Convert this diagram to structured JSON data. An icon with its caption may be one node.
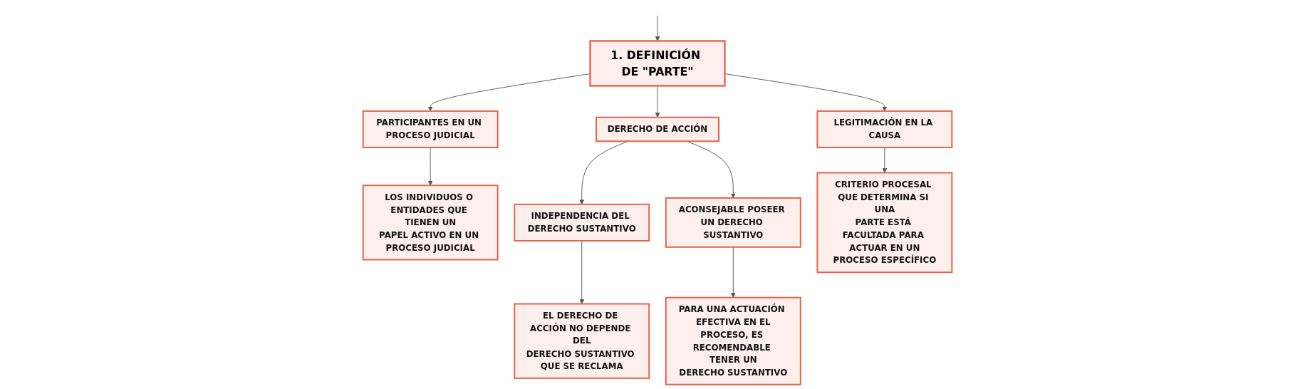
{
  "diagram": {
    "nodes": [
      {
        "text": [
          "1. DEFINICIÓN DE \"PARTE\""
        ]
      },
      {
        "text": [
          "PARTICIPANTES EN UN PROCESO JUDICIAL"
        ]
      },
      {
        "text": [
          "LOS INDIVIDUOS O ENTIDADES QUE TIENEN UN PAPEL ACTIVO EN UN PROCESO JUDICIAL"
        ]
      },
      {
        "text": [
          "DERECHO DE ACCIÓN"
        ]
      },
      {
        "text": [
          "INDEPENDENCIA DEL DERECHO SUSTANTIVO"
        ]
      },
      {
        "text": [
          "EL DERECHO DE ACCIÓN NO DEPENDE DEL DERECHO SUSTANTIVO QUE SE RECLAMA"
        ]
      },
      {
        "text": [
          "ACONSEJABLE POSEER UN DERECHO SUSTANTIVO"
        ]
      },
      {
        "text": [
          "PARA UNA ACTUACIÓN EFECTIVA EN EL PROCESO, ES RECOMENDABLE TENER UN DERECHO SUSTANTIVO"
        ]
      },
      {
        "text": [
          "LEGITIMACIÓN EN LA CAUSA"
        ]
      },
      {
        "text": [
          "CRITERIO PROCESAL QUE DETERMINA SI UNA PARTE ESTÁ FACULTADA PARA ACTUAR EN UN PROCESO ESPECÍFICO"
        ]
      }
    ],
    "edges": [
      {
        "from": null,
        "to": 0,
        "arrow": "to"
      },
      {
        "from": 0,
        "to": 1,
        "arrow": "to"
      },
      {
        "from": 0,
        "to": 3,
        "arrow": "to"
      },
      {
        "from": 0,
        "to": 8,
        "arrow": "to"
      },
      {
        "from": 1,
        "to": 2,
        "arrow": "to"
      },
      {
        "from": 3,
        "to": 4,
        "arrow": "to"
      },
      {
        "from": 3,
        "to": 6,
        "arrow": "to"
      },
      {
        "from": 4,
        "to": 5,
        "arrow": "to"
      },
      {
        "from": 6,
        "to": 7,
        "arrow": "to"
      },
      {
        "from": 8,
        "to": 9,
        "arrow": "to"
      }
    ]
  }
}
